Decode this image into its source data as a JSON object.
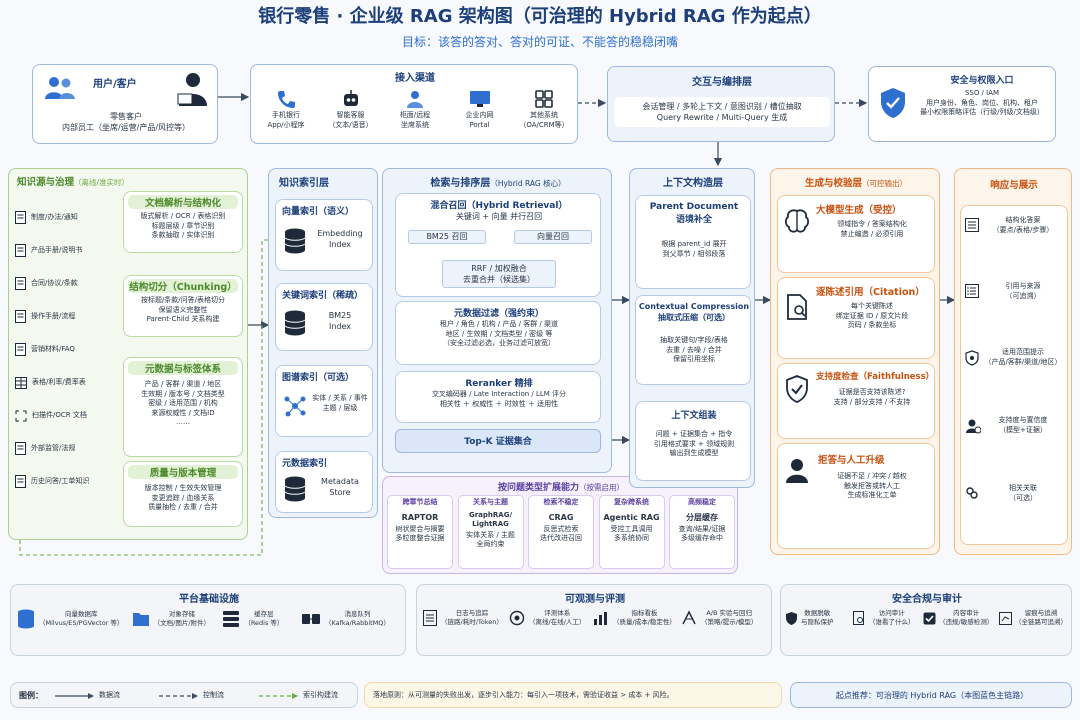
{
  "title": "银行零售 · 企业级 RAG 架构图（可治理的 Hybrid RAG 作为起点）",
  "subtitle": "目标：该答的答对、答对的可证、不能答的稳稳闭嘴",
  "user": {
    "title": "用户/客户",
    "desc": "零售客户\n内部员工（坐席/运营/产品/风控等）"
  },
  "channels": {
    "title": "接入渠道",
    "items": [
      {
        "label": "手机银行\nApp/小程序",
        "icon": "phone-icon"
      },
      {
        "label": "智能客服\n（文本/语音）",
        "icon": "robot-icon"
      },
      {
        "label": "柜面/远程\n坐席系统",
        "icon": "agent-icon"
      },
      {
        "label": "企业内网\nPortal",
        "icon": "monitor-icon"
      },
      {
        "label": "其他系统\n（OA/CRM等）",
        "icon": "grid-icon"
      }
    ]
  },
  "orchestration": {
    "title": "交互与编排层",
    "desc": "会话管理 / 多轮上下文 / 意图识别 / 槽位抽取\nQuery Rewrite / Multi-Query 生成"
  },
  "security_entry": {
    "title": "安全与权限入口",
    "desc": "SSO / IAM\n用户身份、角色、岗位、机构、租户\n最小权限策略评估（行级/列级/文档级）"
  },
  "knowledge": {
    "title": "知识源与治理",
    "tag": "（离线/准实时）",
    "sources": [
      "制度/办法/通知",
      "产品手册/说明书",
      "合同/协议/条款",
      "操作手册/流程",
      "营销材料/FAQ",
      "表格/利率/费率表",
      "扫描件/OCR 文档",
      "外部监管/法规",
      "历史问答/工单知识"
    ],
    "parse": {
      "title": "文档解析与结构化",
      "desc": "版式解析 / OCR / 表格识别\n标题层级 / 章节识别\n条款抽取 / 实体识别"
    },
    "chunk": {
      "title": "结构切分（Chunking）",
      "desc": "按标题/条款/问答/表格切分\n保留语义完整性\nParent-Child 关系构建"
    },
    "meta": {
      "title": "元数据与标签体系",
      "desc": "产品 / 客群 / 渠道 / 地区\n生效期 / 版本号 / 文档类型\n密级 / 适用范围 / 机构\n来源权威性 / 文档ID\n……"
    },
    "quality": {
      "title": "质量与版本管理",
      "desc": "版本控制 / 生效失效管理\n变更追踪 / 血缘关系\n质量抽检 / 去重 / 合并"
    }
  },
  "index": {
    "title": "知识索引层",
    "vector": {
      "title": "向量索引（语义）",
      "label": "Embedding\nIndex"
    },
    "keyword": {
      "title": "关键词索引（稀疏）",
      "label": "BM25\nIndex"
    },
    "graph": {
      "title": "图谱索引（可选）",
      "label": "实体 / 关系 / 事件\n主题 / 层级"
    },
    "metadata": {
      "title": "元数据索引",
      "label": "Metadata\nStore"
    }
  },
  "retrieval": {
    "title": "检索与排序层",
    "tag": "（Hybrid RAG 核心）",
    "hybrid": {
      "title": "混合召回（Hybrid Retrieval）",
      "desc": "关键词 + 向量 并行召回",
      "bm25": "BM25 召回",
      "vec": "向量召回",
      "rrf": "RRF / 加权融合\n去重合并（候选集）"
    },
    "filter": {
      "title": "元数据过滤（强约束）",
      "desc": "租户 / 角色 / 机构 / 产品 / 客群 / 渠道\n地区 / 生效期 / 文档类型 / 密级 等\n（安全过滤必选，业务过滤可放宽）"
    },
    "rerank": {
      "title": "Reranker 精排",
      "desc": "交叉编码器 / Late Interaction / LLM 评分\n相关性 ＋ 权威性 ＋ 时效性 ＋ 适用性"
    },
    "topk": "Top-K 证据集合"
  },
  "context": {
    "title": "上下文构造层",
    "parent": {
      "title": "Parent Document\n语境补全",
      "desc": "根据 parent_id 展开\n到父章节 / 相邻段落"
    },
    "compress": {
      "title": "Contextual Compression\n抽取式压缩（可选）",
      "desc": "抽取关键句/字段/表格\n去重 / 去噪 / 合并\n保留引用坐标"
    },
    "assemble": {
      "title": "上下文组装",
      "desc": "问题 + 证据集合 + 指令\n引用格式要求 + 领域规则\n输出到生成模型"
    }
  },
  "generation": {
    "title": "生成与校验层",
    "tag": "（可控输出）",
    "items": [
      {
        "title": "大模型生成（受控）",
        "desc": "领域指令 / 答案结构化\n禁止编造 / 必须引用",
        "icon": "brain-icon"
      },
      {
        "title": "逐陈述引用（Citation）",
        "desc": "每个关键陈述\n绑定证据 ID / 原文片段\n页码 / 条款坐标",
        "icon": "document-icon"
      },
      {
        "title": "支持度检查（Faithfulness）",
        "desc": "证据是否支持该陈述?\n支持 / 部分支持 / 不支持",
        "icon": "shield-check-icon"
      },
      {
        "title": "拒答与人工升级",
        "desc": "证据不足 / 冲突 / 越权\n触发拒答或转人工\n生成标准化工单",
        "icon": "person-icon"
      }
    ]
  },
  "response": {
    "title": "响应与展示",
    "items": [
      {
        "label": "结构化答案\n（要点/表格/步骤）",
        "icon": "list-icon"
      },
      {
        "label": "引用与来源\n（可追溯）",
        "icon": "checklist-icon"
      },
      {
        "label": "适用范围提示\n（产品/客群/渠道/地区）",
        "icon": "scope-icon"
      },
      {
        "label": "支持度与置信度\n（模型+证据）",
        "icon": "person-check-icon"
      },
      {
        "label": "相关关联\n（可选）",
        "icon": "link-icon"
      }
    ]
  },
  "extensions": {
    "title": "按问题类型扩展能力",
    "tag": "（按需启用）",
    "items": [
      {
        "head": "跨章节总结",
        "name": "RAPTOR",
        "desc": "树状聚合与摘要\n多粒度整合证据"
      },
      {
        "head": "关系与主题",
        "name": "GraphRAG/\nLightRAG",
        "desc": "实体关系 / 主题\n全局约束"
      },
      {
        "head": "检索不稳定",
        "name": "CRAG",
        "desc": "反思式检索\n迭代改进召回"
      },
      {
        "head": "复杂跨系统",
        "name": "Agentic RAG",
        "desc": "受控工具调用\n多系统协同"
      },
      {
        "head": "高频稳定",
        "name": "分层缓存",
        "desc": "查询/结果/证据\n多级缓存命中"
      }
    ]
  },
  "platform": {
    "title": "平台基础设施",
    "items": [
      {
        "label": "向量数据库\n（Milvus/ES/PGVector 等）",
        "icon": "database-icon"
      },
      {
        "label": "对象存储\n（文档/图片/附件）",
        "icon": "folder-icon"
      },
      {
        "label": "缓存层\n（Redis 等）",
        "icon": "stack-icon"
      },
      {
        "label": "消息队列\n（Kafka/RabbitMQ）",
        "icon": "queue-icon"
      }
    ]
  },
  "observability": {
    "title": "可观测与评测",
    "items": [
      {
        "label": "日志与追踪\n（链路/耗时/Token）",
        "icon": "log-icon"
      },
      {
        "label": "评测体系\n（离线/在线/人工）",
        "icon": "eval-icon"
      },
      {
        "label": "指标看板\n（质量/成本/稳定性）",
        "icon": "chart-icon"
      },
      {
        "label": "A/B 实验与回归\n（策略/提示/模型）",
        "icon": "ab-icon"
      }
    ]
  },
  "compliance": {
    "title": "安全合规与审计",
    "items": [
      {
        "label": "数据脱敏\n与隐私保护",
        "icon": "shield-icon"
      },
      {
        "label": "访问审计\n（谁看了什么）",
        "icon": "doc-search-icon"
      },
      {
        "label": "内容审计\n（违规/敏感检测）",
        "icon": "check-box-icon"
      },
      {
        "label": "留痕与追溯\n（全链路可追溯）",
        "icon": "trace-icon"
      }
    ]
  },
  "legend": {
    "title": "图例：",
    "data_flow": "数据流",
    "control_flow": "控制流",
    "index_flow": "索引构建流"
  },
  "principle": "落地原则：从可测量的失败出发，逐步引入能力：每引入一项技术，需验证收益 > 成本 + 风险。",
  "recommend": "起点推荐：可治理的 Hybrid RAG（本图蓝色主链路）",
  "colors": {
    "title": "#1c3f7a",
    "blue": "#2f6fd0",
    "green": "#6aaa3f",
    "orange": "#e8782a",
    "purple": "#8a6bc8"
  }
}
